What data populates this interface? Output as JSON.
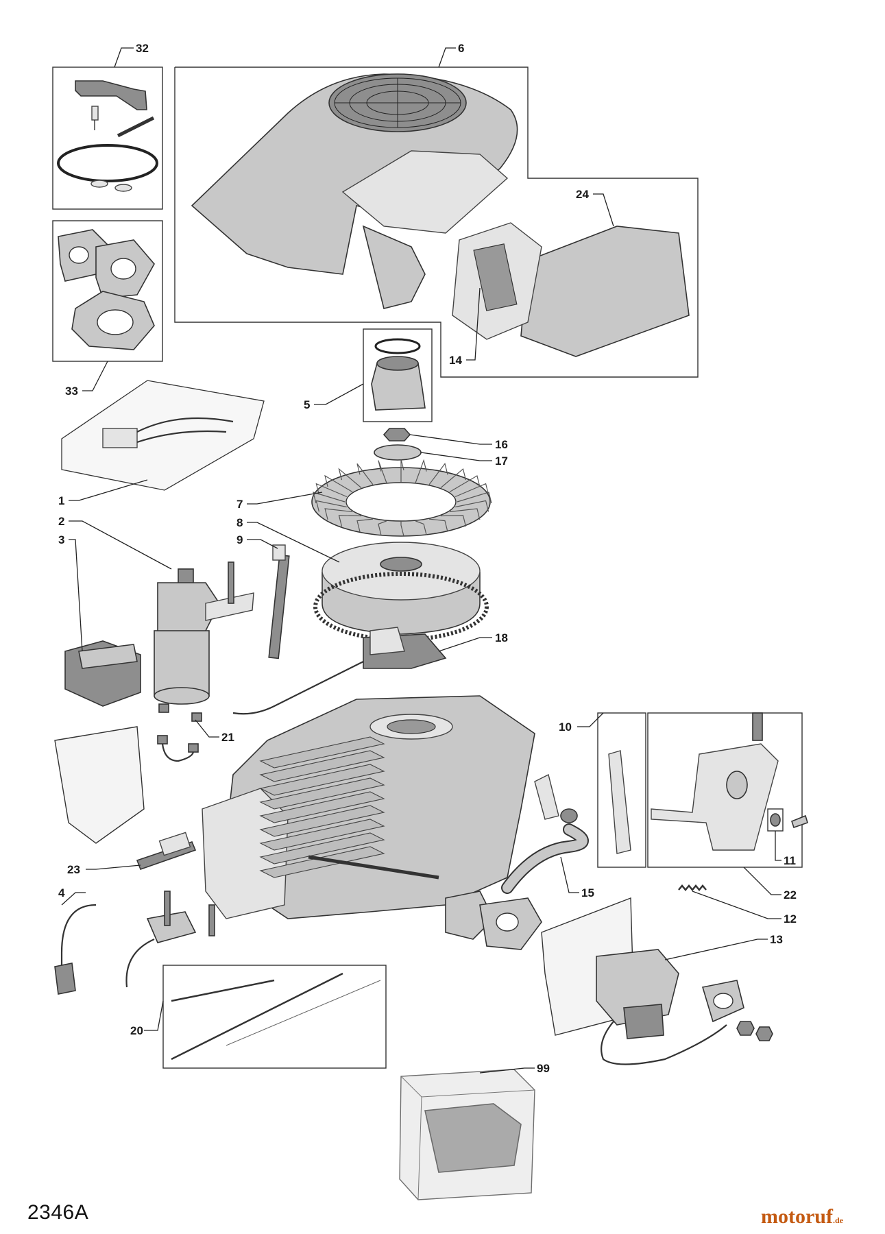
{
  "diagram": {
    "code": "2346A",
    "callouts": [
      "32",
      "6",
      "24",
      "14",
      "33",
      "5",
      "16",
      "17",
      "1",
      "7",
      "2",
      "8",
      "3",
      "9",
      "18",
      "21",
      "10",
      "23",
      "15",
      "22",
      "11",
      "4",
      "12",
      "13",
      "20",
      "99"
    ]
  },
  "watermark": {
    "brand": "motoruf",
    "tld": ".de"
  }
}
